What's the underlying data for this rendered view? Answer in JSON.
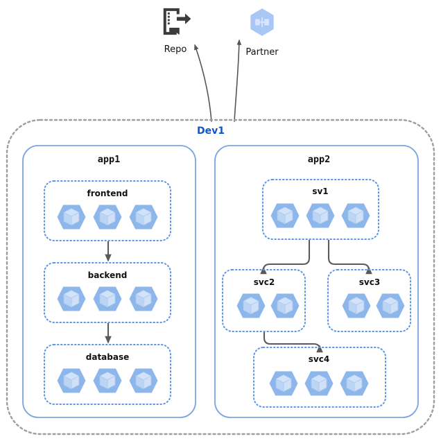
{
  "diagram": {
    "title_text_present": false,
    "colors": {
      "env_label": "#1155cc",
      "env_boundary": "#9e9e9e",
      "app_border": "#7aa5e0",
      "service_border": "#5b94e8",
      "pod_fill": "#8db6ea",
      "arrow": "#5a5a5a",
      "repo_icon": "#3c3c3c",
      "partner_icon": "#a8c7f5"
    },
    "external": [
      {
        "id": "repo",
        "label": "Repo",
        "icon": "repo-icon"
      },
      {
        "id": "partner",
        "label": "Partner",
        "icon": "partner-hexagon-icon"
      }
    ],
    "environment": {
      "id": "dev1",
      "label": "Dev1"
    },
    "apps": [
      {
        "id": "app1",
        "label": "app1",
        "services": [
          {
            "id": "frontend",
            "label": "frontend",
            "pod_count": 3
          },
          {
            "id": "backend",
            "label": "backend",
            "pod_count": 3
          },
          {
            "id": "database",
            "label": "database",
            "pod_count": 3
          }
        ]
      },
      {
        "id": "app2",
        "label": "app2",
        "services": [
          {
            "id": "sv1",
            "label": "sv1",
            "pod_count": 3
          },
          {
            "id": "svc2",
            "label": "svc2",
            "pod_count": 2
          },
          {
            "id": "svc3",
            "label": "svc3",
            "pod_count": 2
          },
          {
            "id": "svc4",
            "label": "svc4",
            "pod_count": 3
          }
        ]
      }
    ],
    "connections": [
      {
        "from": "frontend",
        "to": "backend",
        "style": "straight-down"
      },
      {
        "from": "backend",
        "to": "database",
        "style": "straight-down"
      },
      {
        "from": "sv1",
        "to": "svc2",
        "style": "elbow-left"
      },
      {
        "from": "sv1",
        "to": "svc3",
        "style": "elbow-right"
      },
      {
        "from": "svc2",
        "to": "svc4",
        "style": "elbow-right"
      },
      {
        "from": "dev1",
        "to": "repo",
        "style": "curve-up-left"
      },
      {
        "from": "dev1",
        "to": "partner",
        "style": "curve-up-right"
      }
    ]
  }
}
